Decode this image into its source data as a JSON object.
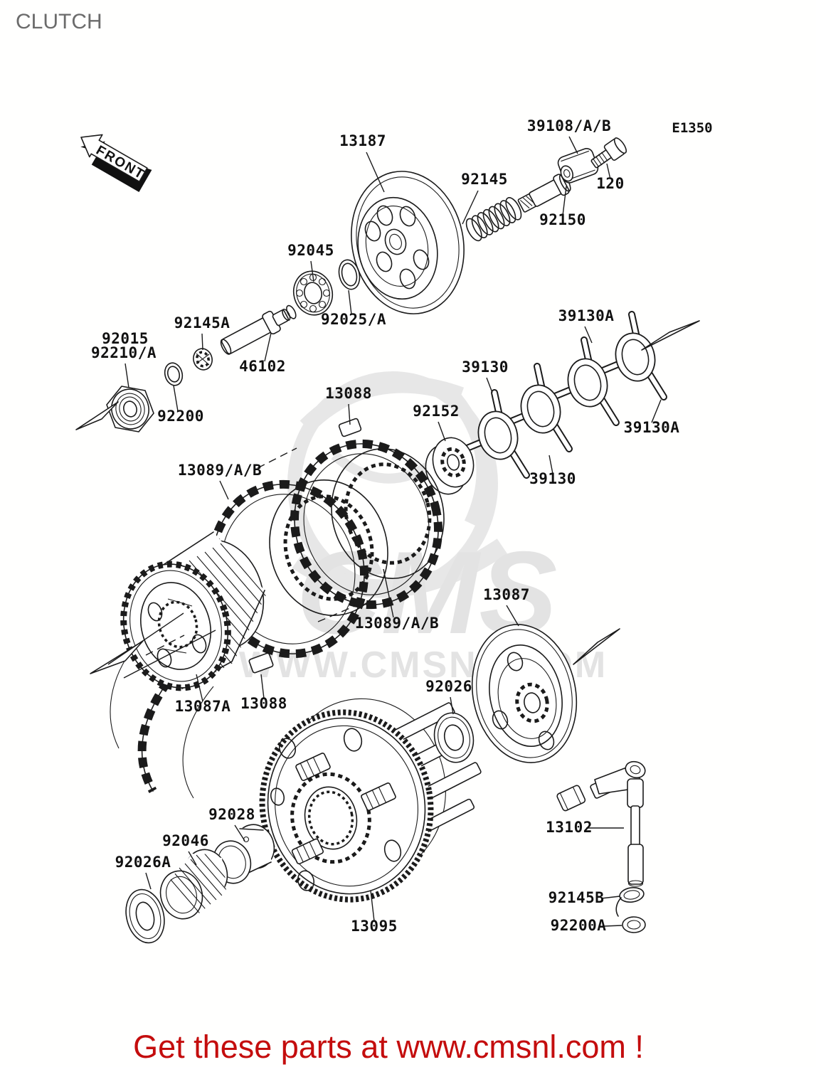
{
  "page": {
    "title": "CLUTCH",
    "diagram_code": "E1350",
    "front_label": "FRONT"
  },
  "watermark": {
    "logo_text": "CMS",
    "site_text": "WWW.CMSNL.COM"
  },
  "banner": {
    "text": "Get these parts at www.cmsnl.com !",
    "color": "#c40d0d"
  },
  "part_labels": [
    {
      "id": "13187"
    },
    {
      "id": "39108/A/B"
    },
    {
      "id": "92145"
    },
    {
      "id": "92150"
    },
    {
      "id": "120"
    },
    {
      "id": "39130A"
    },
    {
      "id": "92045"
    },
    {
      "id": "92025/A"
    },
    {
      "id": "92145A"
    },
    {
      "id": "92015"
    },
    {
      "id": "92210/A"
    },
    {
      "id": "46102"
    },
    {
      "id": "92200"
    },
    {
      "id": "13088"
    },
    {
      "id": "92152"
    },
    {
      "id": "39130"
    },
    {
      "id": "39130"
    },
    {
      "id": "39130A"
    },
    {
      "id": "13089/A/B"
    },
    {
      "id": "13089/A/B"
    },
    {
      "id": "13087"
    },
    {
      "id": "13087A"
    },
    {
      "id": "13088"
    },
    {
      "id": "92026"
    },
    {
      "id": "13102"
    },
    {
      "id": "92028"
    },
    {
      "id": "92046"
    },
    {
      "id": "92026A"
    },
    {
      "id": "13095"
    },
    {
      "id": "92145B"
    },
    {
      "id": "92200A"
    }
  ]
}
